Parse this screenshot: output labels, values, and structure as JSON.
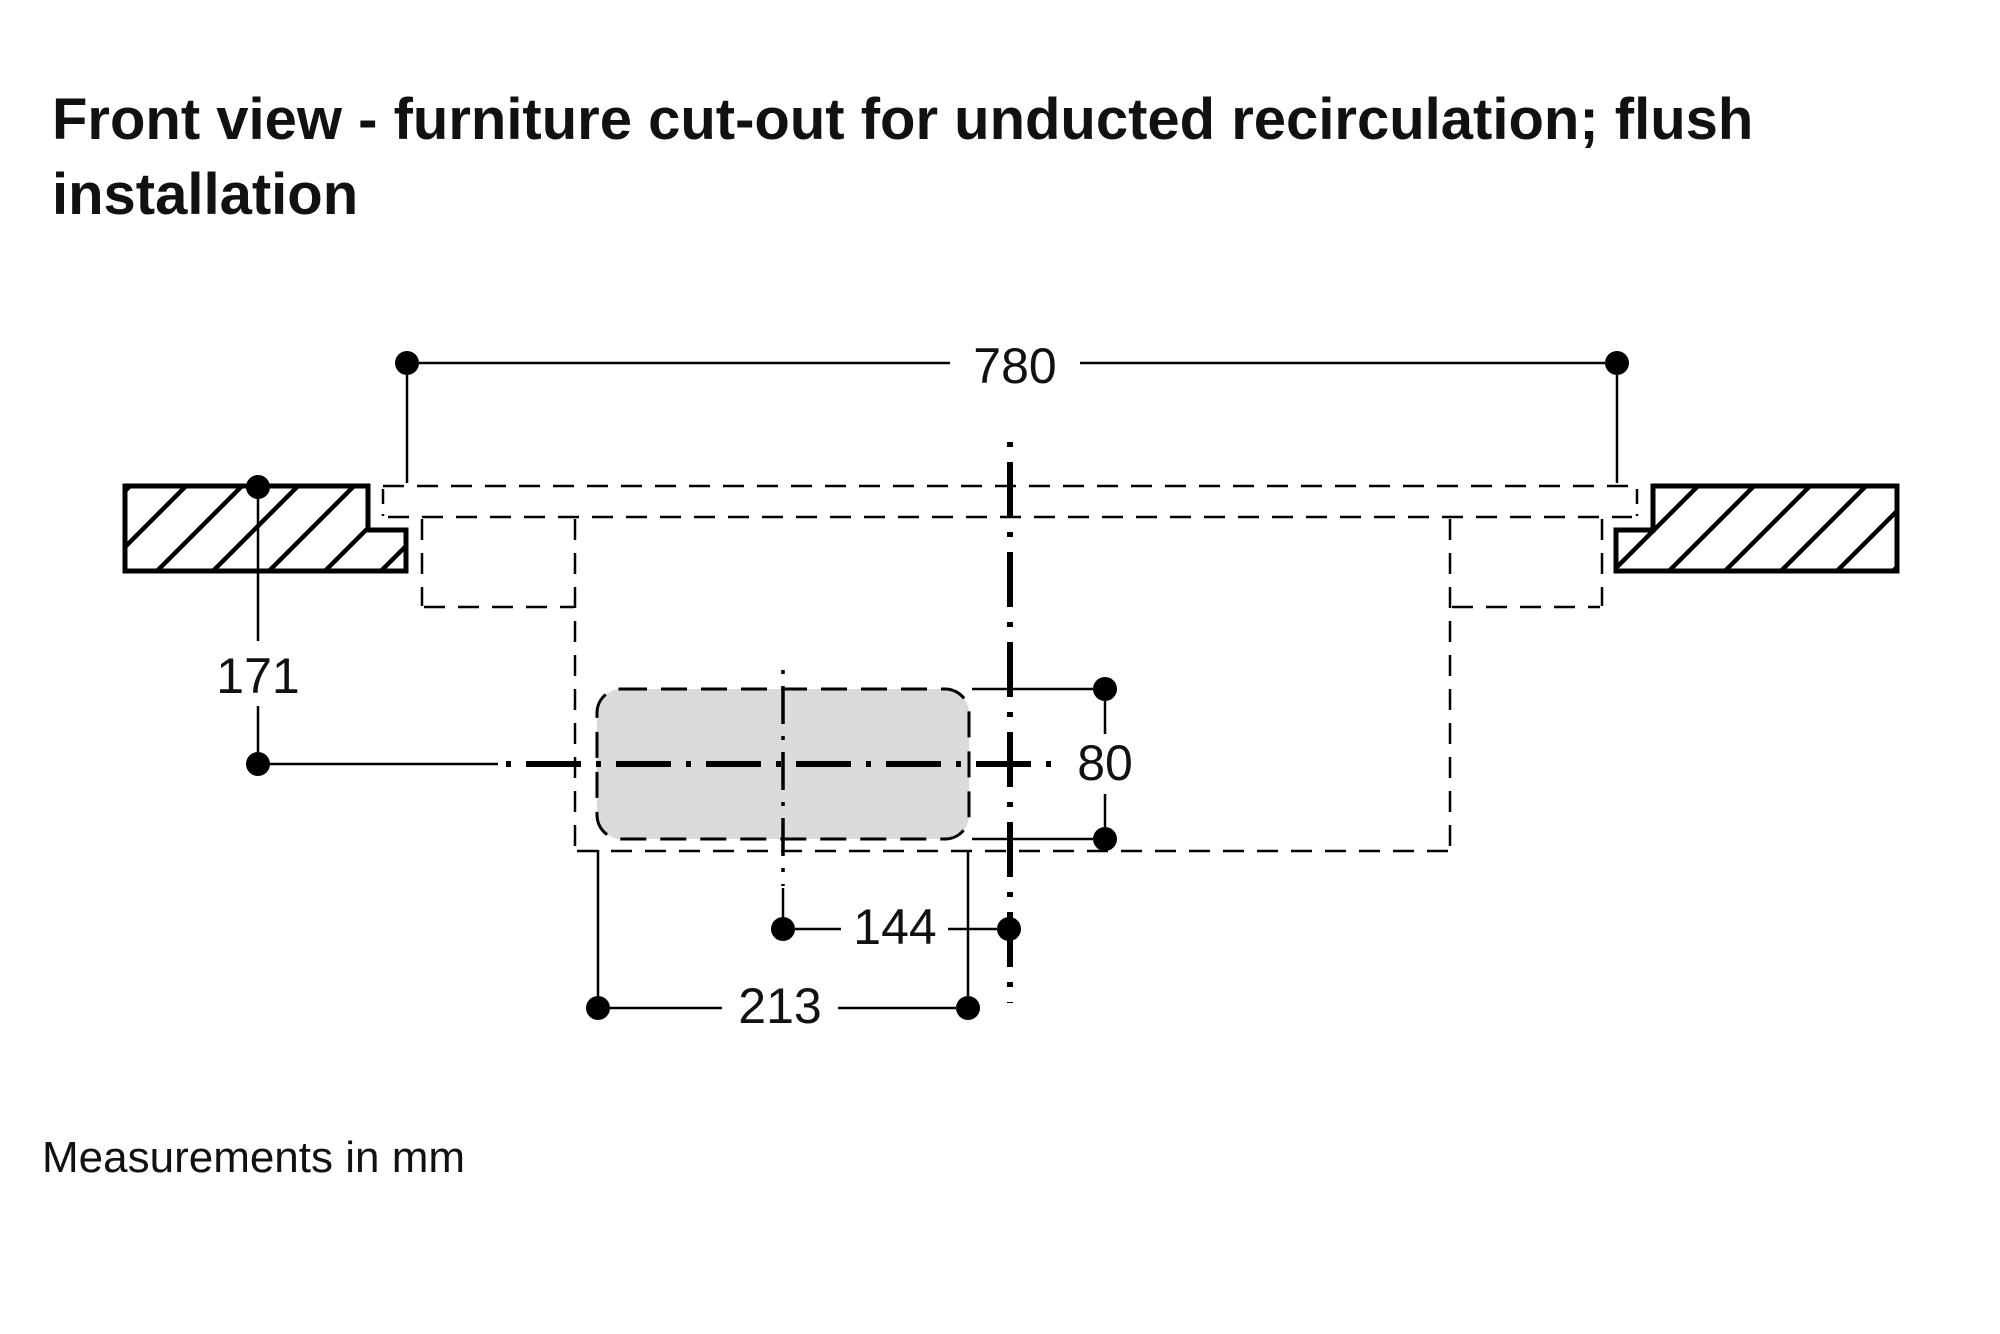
{
  "title": {
    "lines": [
      "Front view - furniture cut-out for unducted recirculation; flush",
      "installation"
    ]
  },
  "dimensions": {
    "overall_cutout_width_mm": "780",
    "worktop_top_to_centerline_mm": "171",
    "duct_cutout_height_mm": "80",
    "duct_center_offset_mm": "144",
    "duct_cutout_width_mm": "213"
  },
  "footnote": "Measurements in mm",
  "colors": {
    "line": "#000000",
    "duct_fill": "#dadada",
    "background": "#ffffff",
    "text": "#111111"
  }
}
